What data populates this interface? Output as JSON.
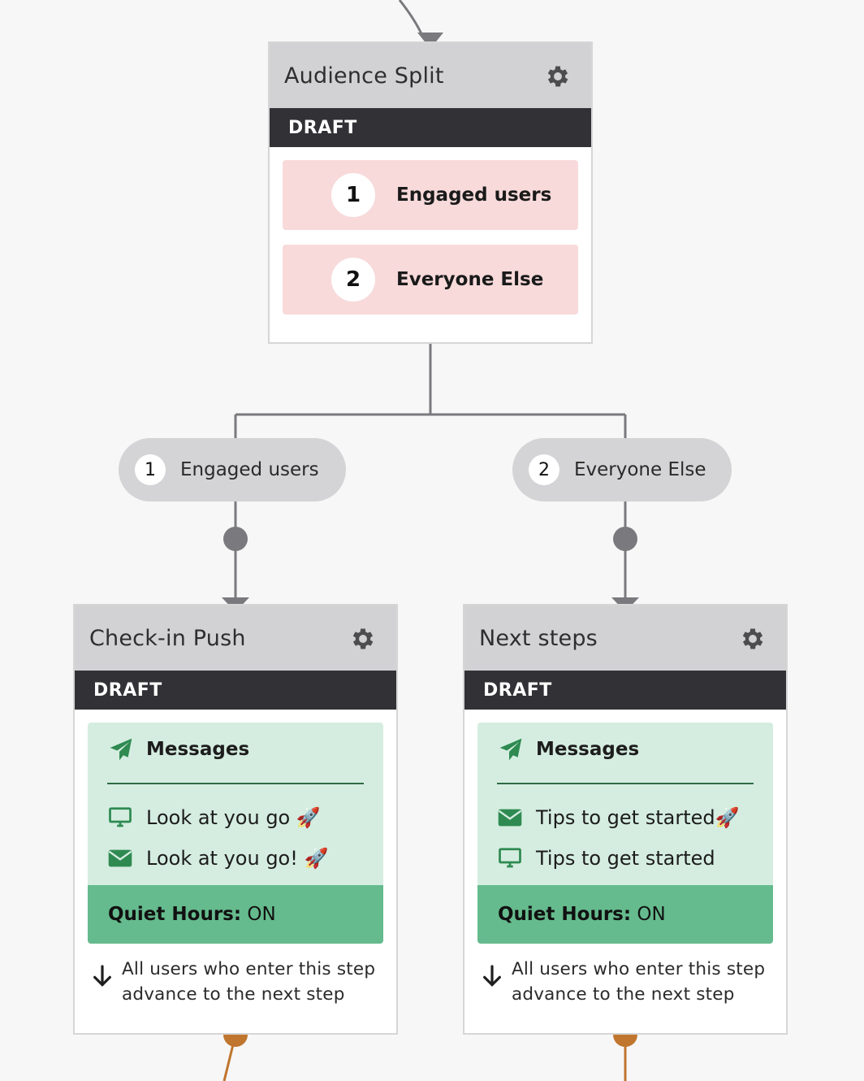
{
  "colors": {
    "header_bg": "#d2d2d4",
    "draft_bar": "#323236",
    "branch_pink": "#f8dadb",
    "messages_green": "#d5ede0",
    "quiet_green": "#65bb8d",
    "icon_green": "#2f8a52",
    "connector_gray": "#7a7a7e",
    "connector_orange": "#c0762f"
  },
  "audience_split": {
    "title": "Audience Split",
    "status": "DRAFT",
    "branches": [
      {
        "number": "1",
        "label": "Engaged users"
      },
      {
        "number": "2",
        "label": "Everyone Else"
      }
    ]
  },
  "branch_pills": [
    {
      "number": "1",
      "label": "Engaged users"
    },
    {
      "number": "2",
      "label": "Everyone Else"
    }
  ],
  "steps": [
    {
      "title": "Check-in Push",
      "status": "DRAFT",
      "messages_heading": "Messages",
      "messages": [
        {
          "icon": "desktop-icon",
          "text": "Look at you go 🚀"
        },
        {
          "icon": "envelope-icon",
          "text": "Look at you go! 🚀"
        }
      ],
      "quiet_hours_label": "Quiet Hours:",
      "quiet_hours_value": "ON",
      "advance_text_1": "All users who enter this step",
      "advance_text_2": "advance to the next step"
    },
    {
      "title": "Next steps",
      "status": "DRAFT",
      "messages_heading": "Messages",
      "messages": [
        {
          "icon": "envelope-icon",
          "text": "Tips to get started🚀"
        },
        {
          "icon": "desktop-icon",
          "text": "Tips to get started"
        }
      ],
      "quiet_hours_label": "Quiet Hours:",
      "quiet_hours_value": "ON",
      "advance_text_1": "All users who enter this step",
      "advance_text_2": "advance to the next step"
    }
  ]
}
